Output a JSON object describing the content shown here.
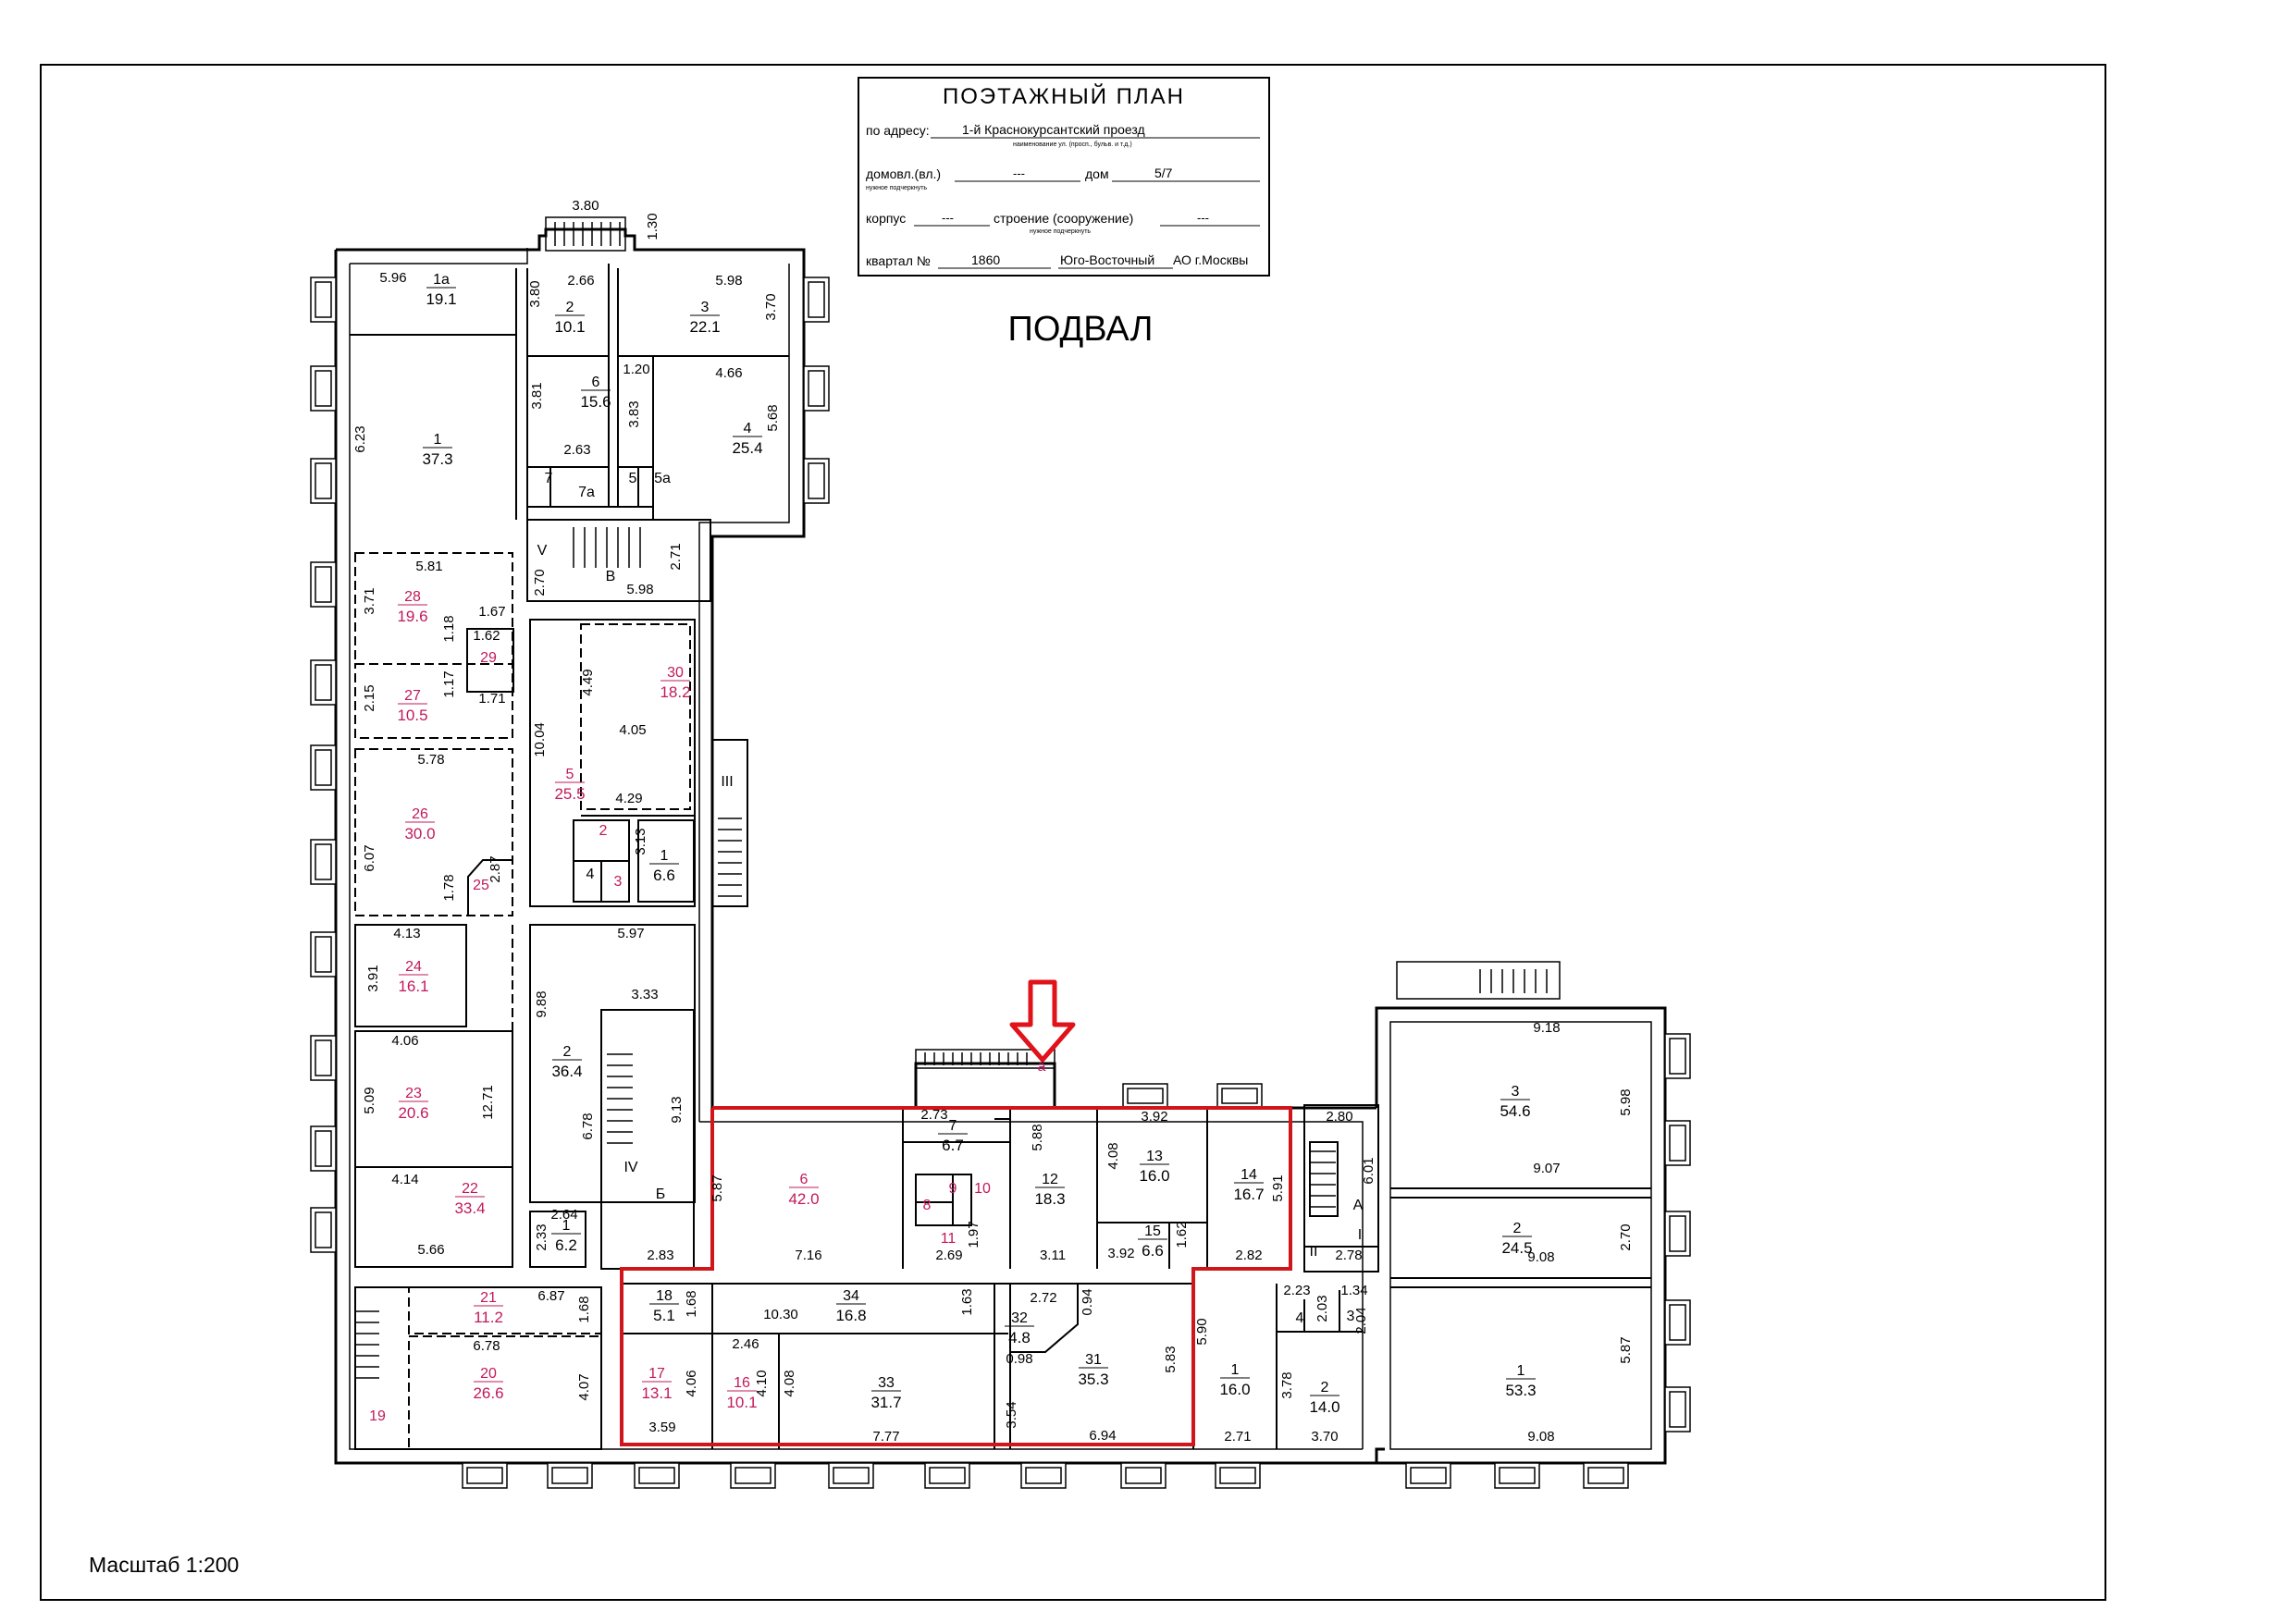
{
  "stamp": {
    "title": "ПОЭТАЖНЫЙ ПЛАН",
    "address_label": "по адресу:",
    "address_value": "1-й Краснокурсантский проезд",
    "address_hint": "наименование ул. (просп., бульв. и т.д.)",
    "domovl_label": "домовл.(вл.)",
    "domovl_value": "---",
    "dom_label": "дом",
    "dom_value": "5/7",
    "underline_hint": "нужное подчеркнуть",
    "korpus_label": "корпус",
    "korpus_value": "---",
    "stroenie_label": "строение (сооружение)",
    "stroenie_value": "---",
    "underline_hint2": "нужное подчеркнуть",
    "kvartal_label": "квартал №",
    "kvartal_value": "1860",
    "okrug_value": "Юго-Восточный",
    "okrug_suffix": "АО г.Москвы"
  },
  "floor_title": "ПОДВАЛ",
  "scale_label": "Масштаб 1:200",
  "colors": {
    "walls": "#000000",
    "highlight": "#d0161b",
    "room_label_red": "#c2185b",
    "arrow": "#e0121a"
  },
  "rooms": {
    "r1a": {
      "no": "1а",
      "area": "19.1"
    },
    "r1": {
      "no": "1",
      "area": "37.3"
    },
    "r2top": {
      "no": "2",
      "area": "10.1"
    },
    "r3top": {
      "no": "3",
      "area": "22.1"
    },
    "r6top": {
      "no": "6",
      "area": "15.6"
    },
    "r4top": {
      "no": "4",
      "area": "25.4"
    },
    "r7": {
      "no": "7"
    },
    "r7a": {
      "no": "7а"
    },
    "r5": {
      "no": "5"
    },
    "r5a": {
      "no": "5а"
    },
    "rV": {
      "no": "V"
    },
    "rB_top": {
      "no": "В"
    },
    "r28": {
      "no": "28",
      "area": "19.6"
    },
    "r29": {
      "no": "29"
    },
    "r27": {
      "no": "27",
      "area": "10.5"
    },
    "r26": {
      "no": "26",
      "area": "30.0"
    },
    "r25": {
      "no": "25"
    },
    "r30": {
      "no": "30",
      "area": "18.2"
    },
    "r5mid": {
      "no": "5",
      "area": "25.5"
    },
    "r2mid": {
      "no": "2"
    },
    "r4mid": {
      "no": "4"
    },
    "r3mid": {
      "no": "3"
    },
    "r1mid": {
      "no": "1",
      "area": "6.6"
    },
    "rIII": {
      "no": "III"
    },
    "r24": {
      "no": "24",
      "area": "16.1"
    },
    "r23": {
      "no": "23",
      "area": "20.6"
    },
    "r22": {
      "no": "22",
      "area": "33.4"
    },
    "r2big": {
      "no": "2",
      "area": "36.4"
    },
    "rIV": {
      "no": "IV"
    },
    "rБ": {
      "no": "Б"
    },
    "r1low": {
      "no": "1",
      "area": "6.2"
    },
    "r21": {
      "no": "21",
      "area": "11.2"
    },
    "r20": {
      "no": "20",
      "area": "26.6"
    },
    "r19": {
      "no": "19"
    },
    "r6": {
      "no": "6",
      "area": "42.0"
    },
    "r7b": {
      "no": "7",
      "area": "6.7"
    },
    "r8": {
      "no": "8"
    },
    "r9": {
      "no": "9"
    },
    "r10": {
      "no": "10"
    },
    "r11": {
      "no": "11"
    },
    "r12": {
      "no": "12",
      "area": "18.3"
    },
    "r13": {
      "no": "13",
      "area": "16.0"
    },
    "r14": {
      "no": "14",
      "area": "16.7"
    },
    "r15": {
      "no": "15",
      "area": "6.6"
    },
    "ra": {
      "no": "а"
    },
    "r18": {
      "no": "18",
      "area": "5.1"
    },
    "r34": {
      "no": "34",
      "area": "16.8"
    },
    "r17": {
      "no": "17",
      "area": "13.1"
    },
    "r16": {
      "no": "16",
      "area": "10.1"
    },
    "r33": {
      "no": "33",
      "area": "31.7"
    },
    "r32": {
      "no": "32",
      "area": "4.8"
    },
    "r31": {
      "no": "31",
      "area": "35.3"
    },
    "r1r": {
      "no": "1",
      "area": "16.0"
    },
    "r2r": {
      "no": "2",
      "area": "14.0"
    },
    "r4r": {
      "no": "4"
    },
    "r3r": {
      "no": "3"
    },
    "rA": {
      "no": "А"
    },
    "rI": {
      "no": "I"
    },
    "rII": {
      "no": "II"
    },
    "r3big": {
      "no": "3",
      "area": "54.6"
    },
    "r2big_r": {
      "no": "2",
      "area": "24.5"
    },
    "r1big_r": {
      "no": "1",
      "area": "53.3"
    }
  },
  "dims": {
    "d_380_top": "3.80",
    "d_130": "1.30",
    "d_596": "5.96",
    "d_380b": "3.80",
    "d_266": "2.66",
    "d_598": "5.98",
    "d_370": "3.70",
    "d_623": "6.23",
    "d_381": "3.81",
    "d_120": "1.20",
    "d_466": "4.66",
    "d_383": "3.83",
    "d_568": "5.68",
    "d_263": "2.63",
    "d_270": "2.70",
    "d_271": "2.71",
    "d_598b": "5.98",
    "d_581": "5.81",
    "d_371": "3.71",
    "d_167": "1.67",
    "d_162": "1.62",
    "d_118": "1.18",
    "d_215": "2.15",
    "d_117": "1.17",
    "d_171": "1.71",
    "d_449": "4.49",
    "d_1004": "10.04",
    "d_405": "4.05",
    "d_429": "4.29",
    "d_313": "3.13",
    "d_578": "5.78",
    "d_607": "6.07",
    "d_287": "2.87",
    "d_178": "1.78",
    "d_413": "4.13",
    "d_391": "3.91",
    "d_406": "4.06",
    "d_509": "5.09",
    "d_1271": "12.71",
    "d_414": "4.14",
    "d_566": "5.66",
    "d_597": "5.97",
    "d_333": "3.33",
    "d_988": "9.88",
    "d_678": "6.78",
    "d_913": "9.13",
    "d_264": "2.64",
    "d_233": "2.33",
    "d_283": "2.83",
    "d_687": "6.87",
    "d_168": "1.68",
    "d_678b": "6.78",
    "d_407": "4.07",
    "d_587": "5.87",
    "d_716": "7.16",
    "d_273": "2.73",
    "d_197": "1.97",
    "d_269": "2.69",
    "d_588": "5.88",
    "d_311": "3.11",
    "d_392": "3.92",
    "d_408": "4.08",
    "d_392b": "3.92",
    "d_162b": "1.62",
    "d_591": "5.91",
    "d_282": "2.82",
    "d_168b": "1.68",
    "d_1030": "10.30",
    "d_163": "1.63",
    "d_246": "2.46",
    "d_406b": "4.06",
    "d_410": "4.10",
    "d_408b": "4.08",
    "d_359": "3.59",
    "d_777": "7.77",
    "d_272": "2.72",
    "d_094": "0.94",
    "d_098": "0.98",
    "d_354": "3.54",
    "d_694": "6.94",
    "d_583": "5.83",
    "d_590": "5.90",
    "d_271b": "2.71",
    "d_223": "2.23",
    "d_203": "2.03",
    "d_134": "1.34",
    "d_204": "2.04",
    "d_378": "3.78",
    "d_370b": "3.70",
    "d_280": "2.80",
    "d_601": "6.01",
    "d_278": "2.78",
    "d_918": "9.18",
    "d_598c": "5.98",
    "d_907": "9.07",
    "d_270b": "2.70",
    "d_908": "9.08",
    "d_587b": "5.87",
    "d_908b": "9.08"
  }
}
